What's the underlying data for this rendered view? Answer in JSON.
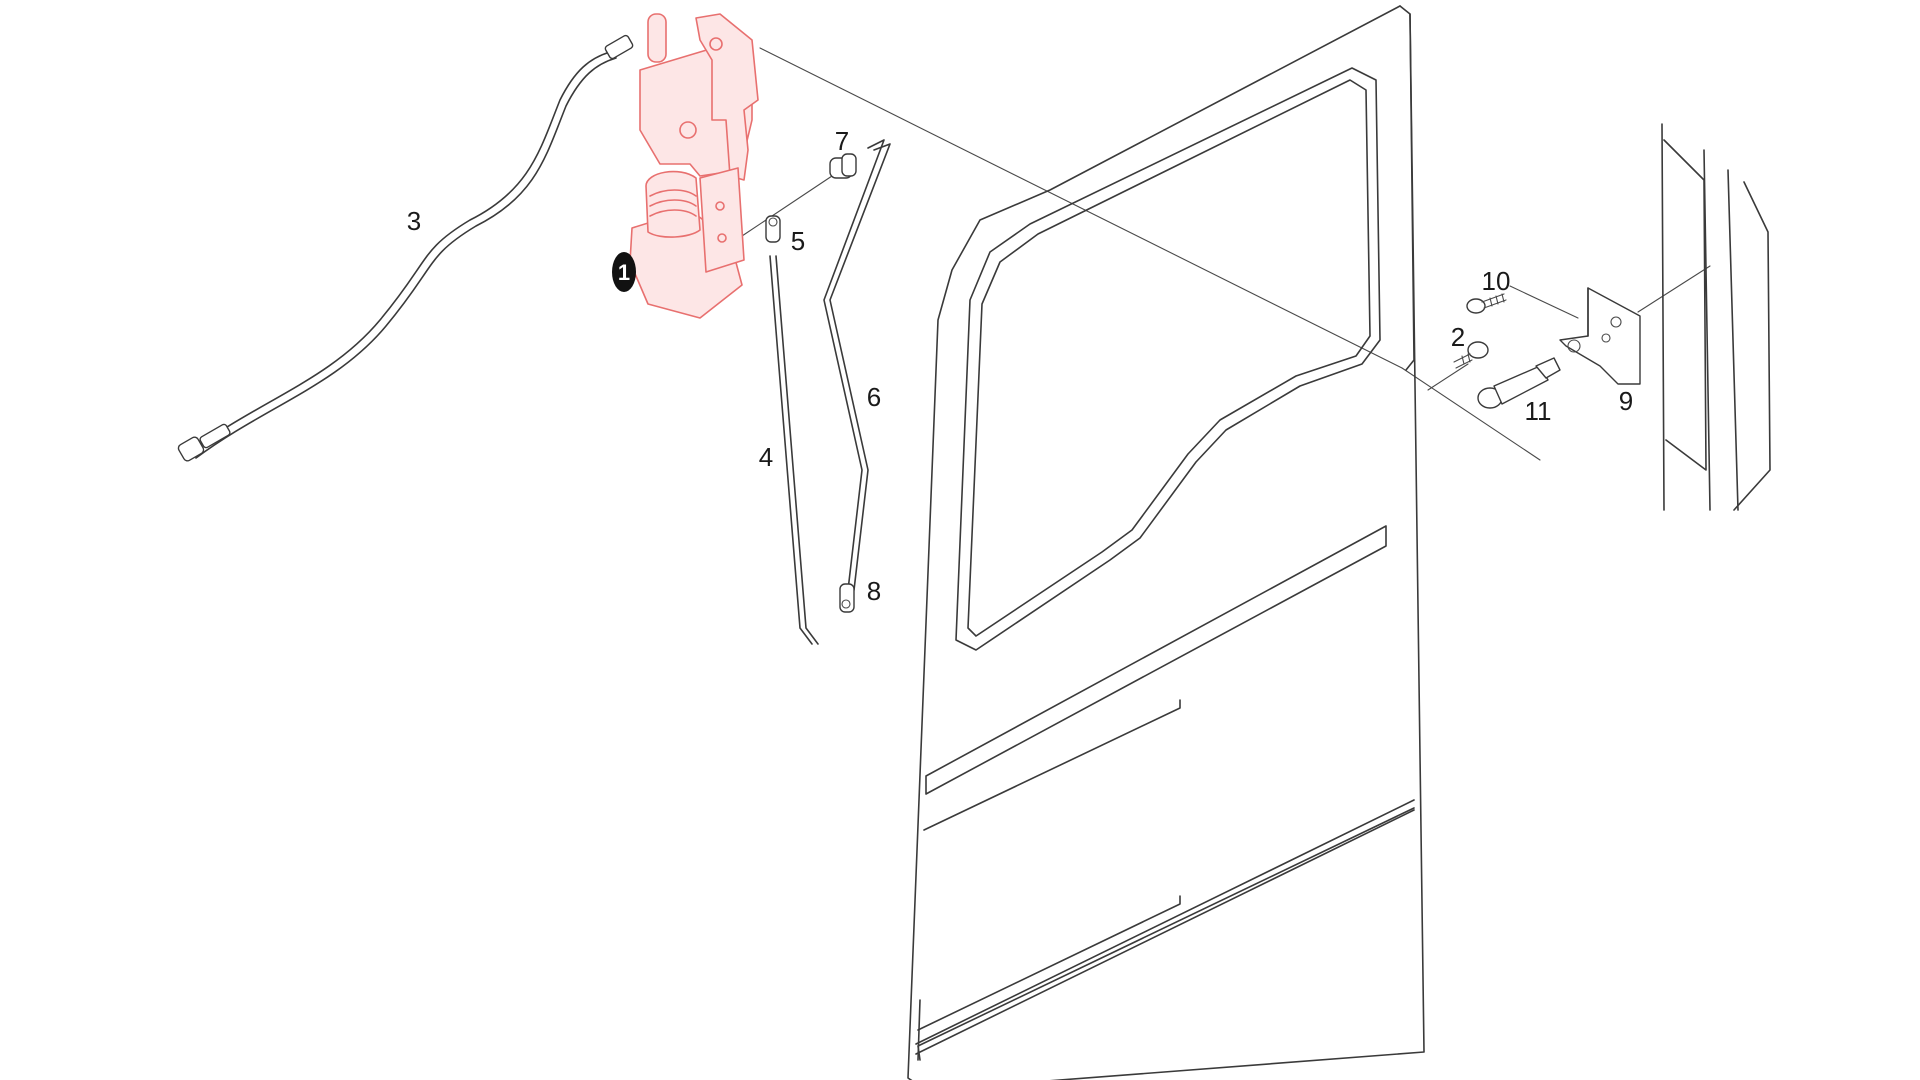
{
  "diagram": {
    "highlight_color": "#e8706f",
    "line_color": "#3a3a3a",
    "callouts": [
      {
        "id": "c1",
        "label": "1",
        "selected": true
      },
      {
        "id": "c2",
        "label": "2"
      },
      {
        "id": "c3",
        "label": "3"
      },
      {
        "id": "c4",
        "label": "4"
      },
      {
        "id": "c5",
        "label": "5"
      },
      {
        "id": "c6",
        "label": "6"
      },
      {
        "id": "c7",
        "label": "7"
      },
      {
        "id": "c8",
        "label": "8"
      },
      {
        "id": "c9",
        "label": "9"
      },
      {
        "id": "c10",
        "label": "10"
      },
      {
        "id": "c11",
        "label": "11"
      }
    ]
  }
}
